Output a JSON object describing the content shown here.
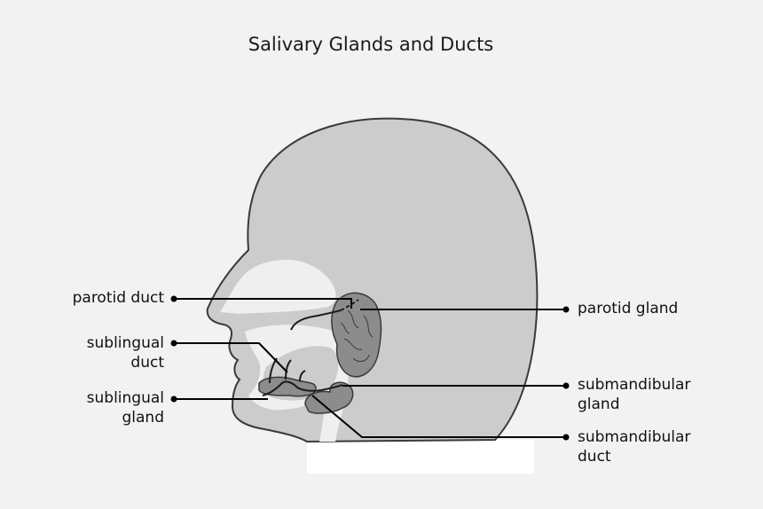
{
  "title": "Salivary Glands and Ducts",
  "labels": {
    "parotid_duct": "parotid duct",
    "sublingual_duct": [
      "sublingual",
      "duct"
    ],
    "sublingual_gland": [
      "sublingual",
      "gland"
    ],
    "parotid_gland": "parotid gland",
    "submandibular_gland": [
      "submandibular",
      "gland"
    ],
    "submandibular_duct": [
      "submandibular",
      "duct"
    ]
  },
  "colors": {
    "background": "#f2f2f2",
    "head": "#cccccc",
    "outline": "#3a3a3a",
    "gland": "#8c8c8c",
    "cavity": "#efefef",
    "leader": "#000000"
  }
}
